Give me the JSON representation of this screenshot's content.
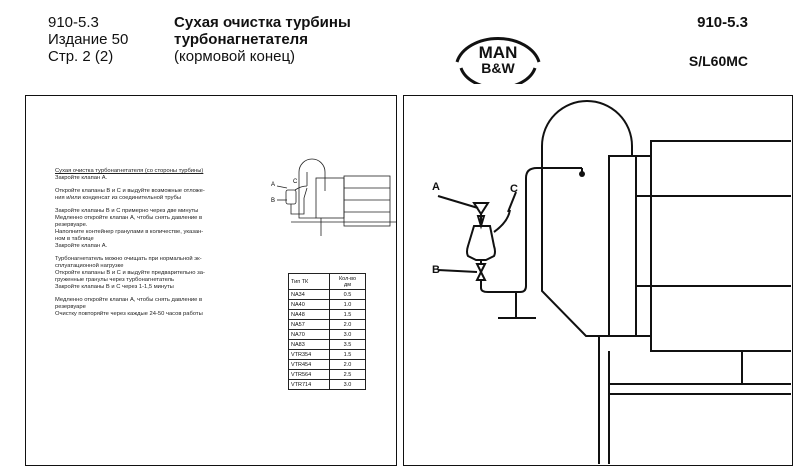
{
  "header": {
    "doc_number": "910-5.3",
    "edition": "Издание 50",
    "page": "Стр. 2 (2)",
    "title_line1": "Сухая очистка турбины",
    "title_line2": "турбонагнетателя",
    "title_line3": "(кормовой конец)",
    "doc_number_right": "910-5.3",
    "engine_model": "S/L60MC"
  },
  "logo": {
    "line1": "MAN",
    "line2": "B&W"
  },
  "instructions": {
    "heading": "Сухая очистка турбонагнетателя (со стороны турбины)",
    "step1": "Закройте клапан А.",
    "step2a": "Откройте клапаны В и С и выдуйте возможные отложе-",
    "step2b": "ния и/или конденсат из соединительной трубы",
    "step3": "Закройте клапаны В и С примерно через две минуты",
    "step4a": "Медленно откройте клапан А, чтобы снять давление в",
    "step4b": "резервуаре.",
    "step5a": "Наполните контейнер гранулами в количестве, указан-",
    "step5b": "ном в таблице",
    "step6": "Закройте клапан А.",
    "step7a": "Турбонагнетатель можно очищать при нормальной эк-",
    "step7b": "сплуатационной нагрузке",
    "step8a": "Откройте клапаны В и С и выдуйте предварительно за-",
    "step8b": "груженные гранулы через турбонагнетатель",
    "step9": "Закройте клапаны В и С через 1-1,5 минуты",
    "step10a": "Медленно откройте клапан А, чтобы снять давление в",
    "step10b": "резервуаре",
    "step11": "Очистку повторяйте через каждые 24-50 часов работы"
  },
  "table": {
    "col1": "Тип ТК",
    "col2a": "Кол-во",
    "col2b": "дм",
    "rows": [
      {
        "type": "NA34",
        "qty": "0.5"
      },
      {
        "type": "NA40",
        "qty": "1.0"
      },
      {
        "type": "NA48",
        "qty": "1.5"
      },
      {
        "type": "NA57",
        "qty": "2.0"
      },
      {
        "type": "NA70",
        "qty": "3.0"
      },
      {
        "type": "NA83",
        "qty": "3.5"
      },
      {
        "type": "VTR354",
        "qty": "1.5"
      },
      {
        "type": "VTR454",
        "qty": "2.0"
      },
      {
        "type": "VTR564",
        "qty": "2.5"
      },
      {
        "type": "VTR714",
        "qty": "3.0"
      }
    ]
  },
  "small_labels": {
    "a": "A",
    "b": "B",
    "c": "C"
  },
  "big_labels": {
    "a": "A",
    "b": "B",
    "c": "C"
  }
}
